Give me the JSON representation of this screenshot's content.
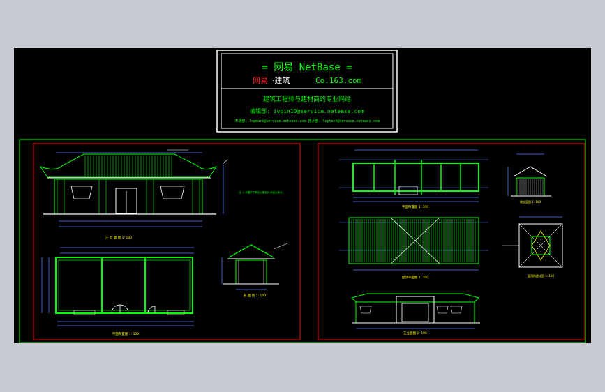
{
  "banner": {
    "title": "=  网易 NetBase  =",
    "left_label": "网易 ",
    "mid_label": "·建筑",
    "domain_label": "Co.163.com",
    "slogan": "建筑工程师与建材商的专业网站",
    "editor_line": "编辑部: ivpin10@service.netease.com",
    "contact_line": "市场部: lvpmark@service.netease.com   技术部: lvptech@service.netease.com"
  },
  "sheet_left": {
    "elevation_caption": "正 立 面 图   1: 100",
    "note_text": "注: 1.本图尺寸单位以毫米计,标高以米计。",
    "plan_caption": "平面布置图   1: 100",
    "section_caption": "剖 面 图   1: 100"
  },
  "sheet_right": {
    "floor_plan_caption": "平面布置图   1: 100",
    "roof_plan_caption": "屋顶平面图   1: 100",
    "front_caption": "正立面图   1: 100",
    "side_caption": "侧立面图   1: 100",
    "detail_caption": "屋顶构造详图   1: 100"
  },
  "colors": {
    "background": "#000000",
    "frame": "#ff0000",
    "outer_frame": "#00ff00",
    "geometry_green": "#00ff00",
    "geometry_white": "#ffffff",
    "geometry_yellow": "#ffff00",
    "dimension_blue": "#4f7cff",
    "caption_yellow": "#ffff00",
    "banner_red": "#ff2020",
    "canvas_gray": "#c8cad2"
  }
}
